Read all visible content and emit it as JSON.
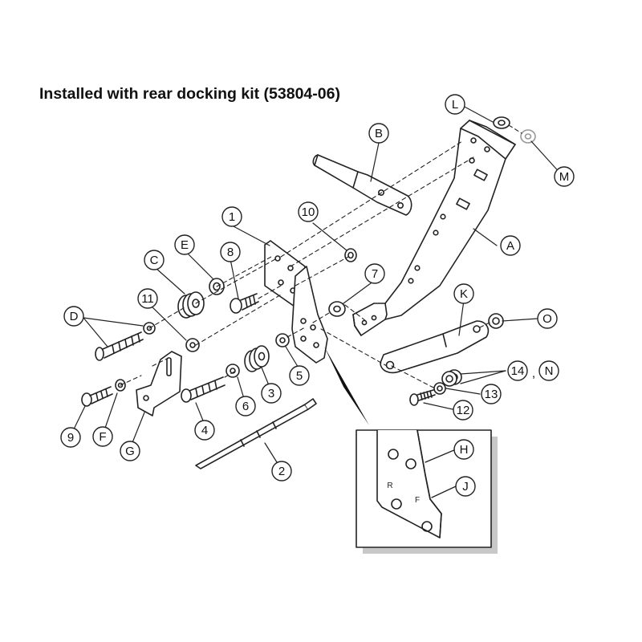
{
  "title": "Installed with rear docking kit (53804-06)",
  "callouts": {
    "A": "A",
    "B": "B",
    "C": "C",
    "D": "D",
    "E": "E",
    "F": "F",
    "G": "G",
    "H": "H",
    "J": "J",
    "K": "K",
    "L": "L",
    "M": "M",
    "N": "N",
    "O": "O",
    "n1": "1",
    "n2": "2",
    "n3": "3",
    "n4": "4",
    "n5": "5",
    "n6": "6",
    "n7": "7",
    "n8": "8",
    "n9": "9",
    "n10": "10",
    "n11": "11",
    "n12": "12",
    "n13": "13",
    "n14": "14"
  },
  "detail_marks": {
    "R": "R",
    "F": "F"
  },
  "separator": ","
}
